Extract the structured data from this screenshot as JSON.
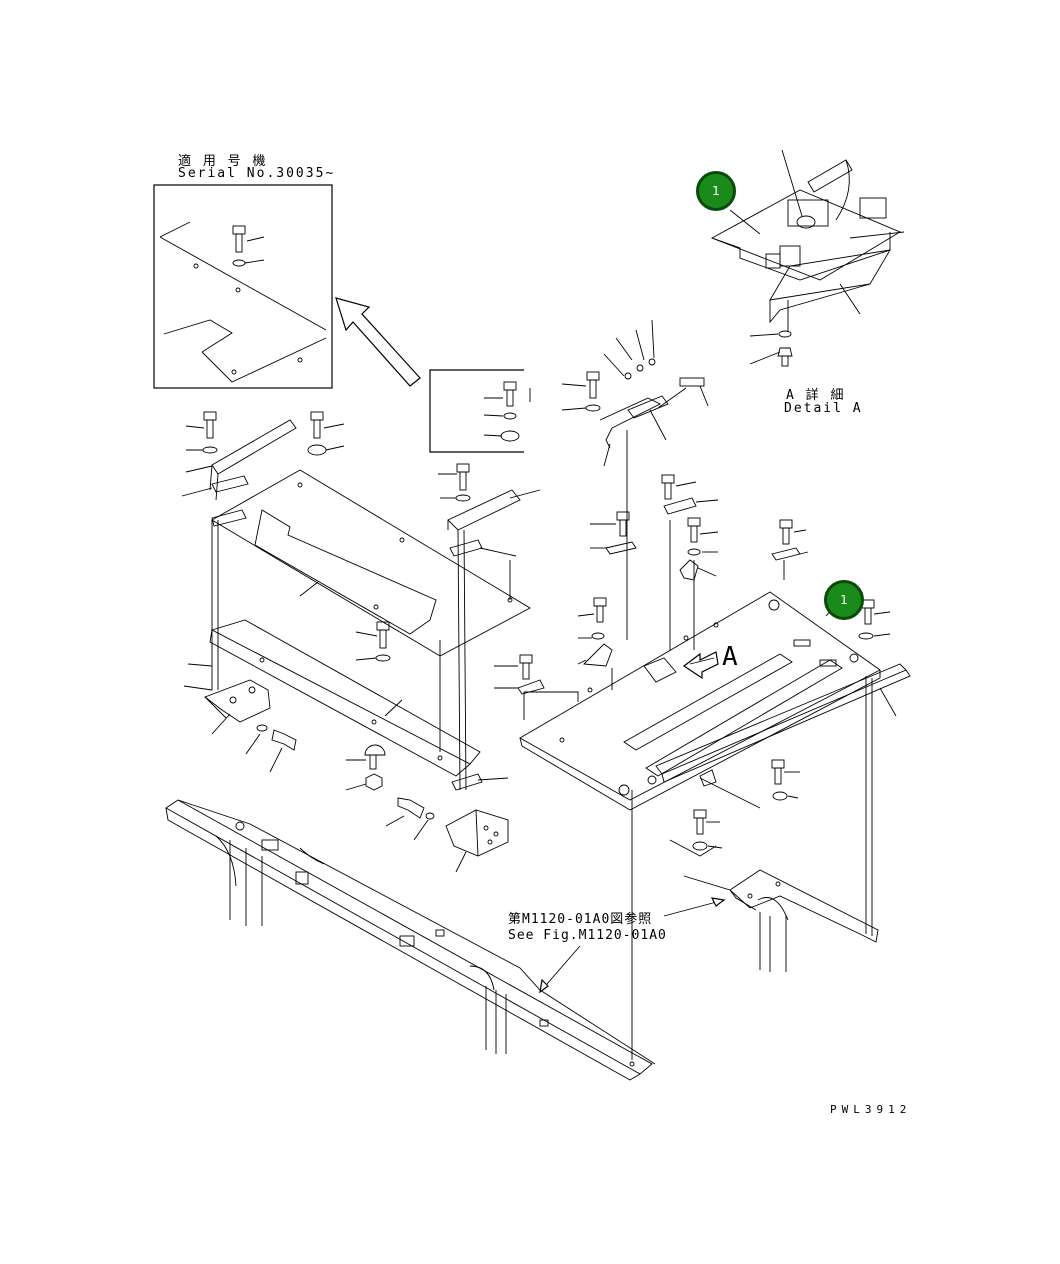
{
  "inset": {
    "serial_jp": "適 用 号 機",
    "serial_en": "Serial No.30035~"
  },
  "detail": {
    "label_jp": "A 詳 細",
    "label_en": "Detail A"
  },
  "view_letter": "A",
  "reference": {
    "label_jp": "第M1120-01A0図参照",
    "label_en": "See Fig.M1120-01A0"
  },
  "drawing_code": "PWL3912",
  "callouts": [
    {
      "number": "1",
      "color": "#1a8a1a"
    },
    {
      "number": "1",
      "color": "#1a8a1a"
    }
  ]
}
